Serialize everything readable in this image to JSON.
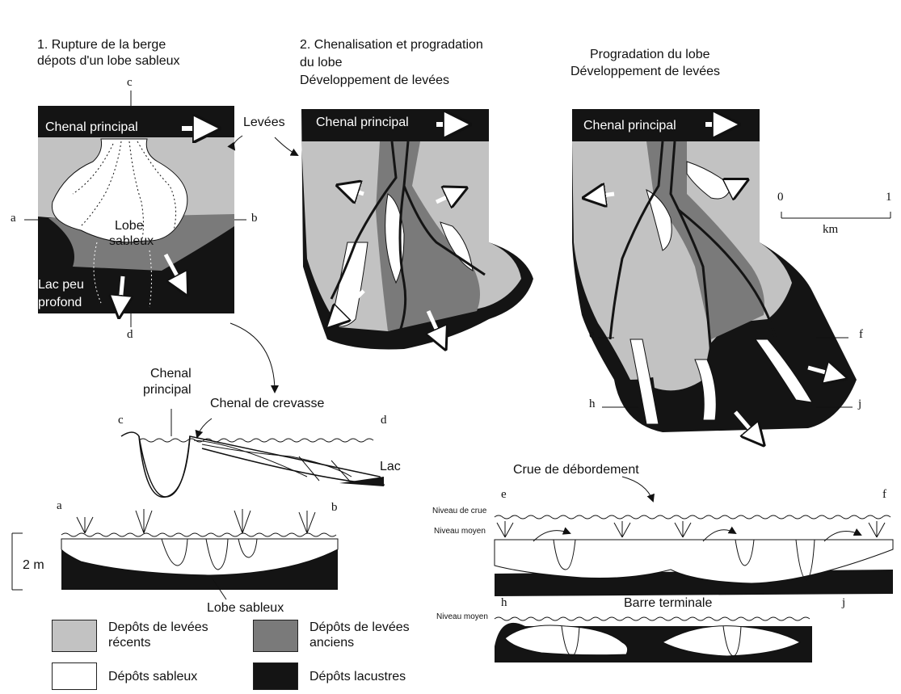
{
  "panel1": {
    "title_line1": "1. Rupture de la berge",
    "title_line2": "dépots d'un lobe sableux",
    "channel_label": "Chenal principal",
    "lobe_label_line1": "Lobe",
    "lobe_label_line2": "sableux",
    "lake_label_line1": "Lac peu",
    "lake_label_line2": "profond"
  },
  "panel2": {
    "title_line1": "2. Chenalisation et progradation",
    "title_line2": "du lobe",
    "title_line3": "Développement de levées",
    "channel_label": "Chenal principal"
  },
  "panel3": {
    "title_line1": "Progradation du lobe",
    "title_line2": "Développement de levées",
    "channel_label": "Chenal principal"
  },
  "levees_label": "Levées",
  "scale": {
    "zero": "0",
    "one": "1",
    "unit": "km"
  },
  "section_letters": {
    "a": "a",
    "b": "b",
    "c": "c",
    "d": "d",
    "e": "e",
    "f": "f",
    "h": "h",
    "j": "j"
  },
  "section_cd": {
    "chenal_principal_line1": "Chenal",
    "chenal_principal_line2": "principal",
    "crevasse": "Chenal de crevasse",
    "lac": "Lac"
  },
  "section_ab": {
    "height": "2 m",
    "lobe_label": "Lobe sableux"
  },
  "section_ef": {
    "crue": "Crue de débordement",
    "niveau_crue": "Niveau de crue",
    "niveau_moyen": "Niveau moyen"
  },
  "section_hj": {
    "barre": "Barre terminale",
    "niveau_moyen": "Niveau moyen"
  },
  "legend": [
    {
      "line1": "Depôts de levées",
      "line2": "récents",
      "color": "#c2c2c2"
    },
    {
      "line1": "Dépôts de levées",
      "line2": "anciens",
      "color": "#7a7a7a"
    },
    {
      "line1": "Dépôts sableux",
      "line2": "",
      "color": "#ffffff"
    },
    {
      "line1": "Dépôts lacustres",
      "line2": "",
      "color": "#141414"
    }
  ],
  "colors": {
    "dark": "#141414",
    "recent": "#c2c2c2",
    "old": "#7a7a7a",
    "sand": "#ffffff"
  }
}
